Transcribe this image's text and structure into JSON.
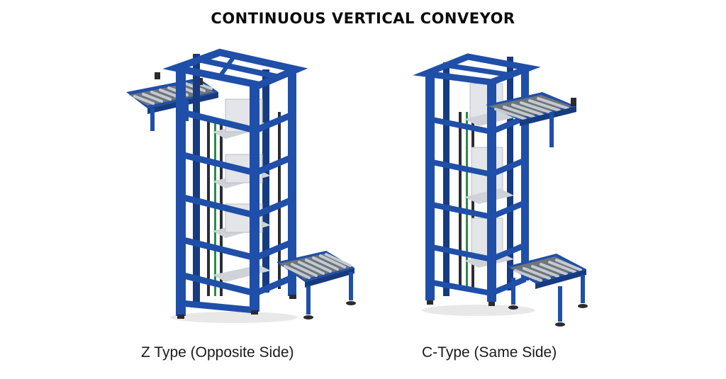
{
  "title": "CONTINUOUS VERTICAL CONVEYOR",
  "figures": [
    {
      "caption": "Z Type (Opposite Side)",
      "type": "z"
    },
    {
      "caption": "C-Type (Same Side)",
      "type": "c"
    }
  ],
  "colors": {
    "frame": "#1f4fa8",
    "frame_dark": "#163b80",
    "roller": "#a9b0b8",
    "roller_dark": "#6e757d",
    "tray": "#cfd3d8",
    "carton": "#e3e5e8",
    "chain": "#2a2f36",
    "cable": "#2d8a4a",
    "foot": "#2b2b2b"
  }
}
